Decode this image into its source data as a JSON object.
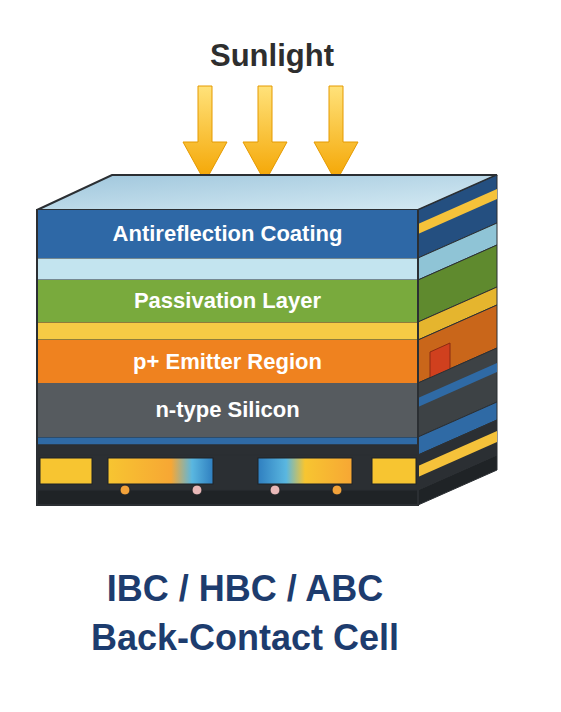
{
  "diagram": {
    "caption": "IBC / HBC / ABC Back-Contact Cell",
    "nodes": [
      {
        "text": [
          "Antireflection Coating"
        ]
      },
      {
        "text": [
          "Passivation Layer"
        ]
      },
      {
        "text": [
          "p+ Emitter Region"
        ]
      },
      {
        "text": [
          "n-type Silicon"
        ]
      }
    ],
    "labels": [
      "Sunlight"
    ]
  }
}
